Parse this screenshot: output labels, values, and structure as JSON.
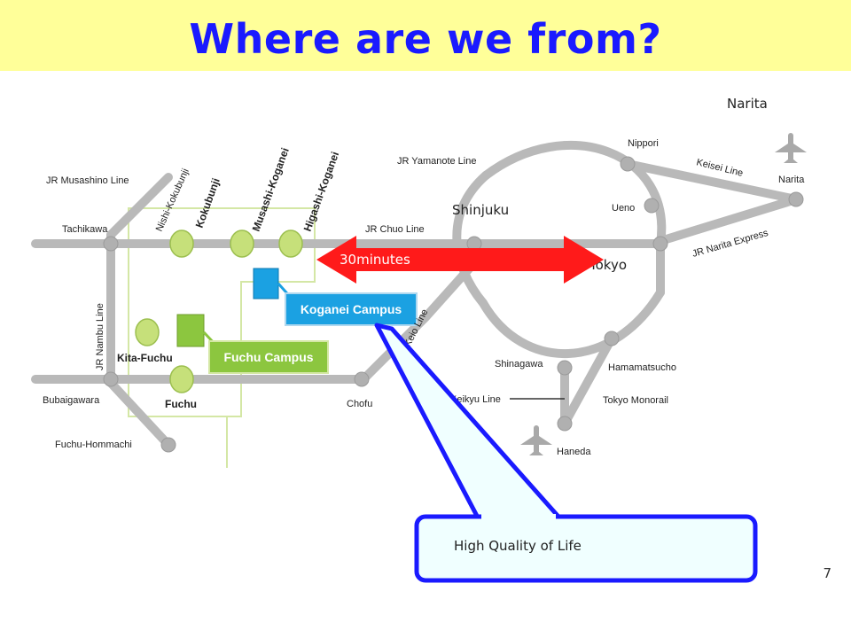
{
  "slide": {
    "title": "Where are we from?",
    "number": "7",
    "accent_color": "#1a1aff",
    "title_bar_color": "#ffff99"
  },
  "map": {
    "lines": {
      "jr_musashino": "JR Musashino Line",
      "jr_yamanote": "JR Yamanote Line",
      "jr_chuo": "JR Chuo Line",
      "jr_nambu": "JR Nambu Line",
      "keio": "Keio Line",
      "keisei": "Keisei Line",
      "jr_narita_express": "JR Narita Express",
      "keikyu": "Keikyu Line",
      "tokyo_monorail": "Tokyo Monorail"
    },
    "stations": {
      "nishi_kokubunji": "Nishi-Kokubunji",
      "kokubunji": "Kokubunji",
      "musashi_koganei": "Musashi-Koganei",
      "higashi_koganei": "Higashi-Koganei",
      "tachikawa": "Tachikawa",
      "kita_fuchu": "Kita-Fuchu",
      "fuchu": "Fuchu",
      "bubaigawara": "Bubaigawara",
      "fuchu_hommachi": "Fuchu-Hommachi",
      "chofu": "Chofu",
      "nippori": "Nippori",
      "ueno": "Ueno",
      "shinagawa": "Shinagawa",
      "hamamatsucho": "Hamamatsucho",
      "haneda": "Haneda",
      "narita_station": "Narita"
    },
    "campuses": {
      "koganei": "Koganei Campus",
      "fuchu": "Fuchu Campus"
    },
    "colors": {
      "koganei_campus": "#1ba1e2",
      "fuchu_campus": "#8cc63f",
      "station_green": "#c6e07a",
      "rail_gray": "#b9b9b9"
    }
  },
  "overlays": {
    "narita": "Narita",
    "shinjuku": "Shinjuku",
    "tokyo": "Tokyo",
    "travel_time": "30minutes",
    "callout": "High Quality of Life",
    "arrow_color": "#ff1a1a",
    "callout_border_color": "#1a1aff"
  }
}
